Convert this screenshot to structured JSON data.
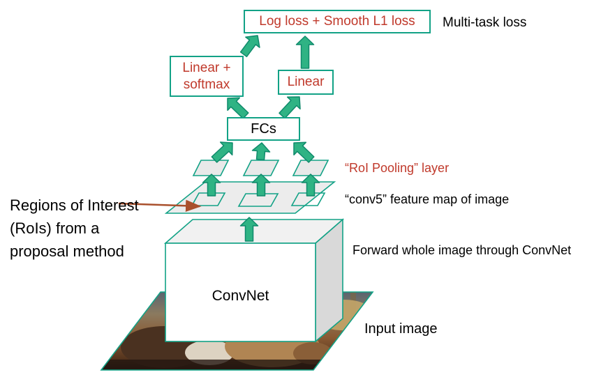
{
  "labels": {
    "log_loss": "Log loss + Smooth L1 loss",
    "multi_task_loss": "Multi-task loss",
    "linear_softmax": "Linear + softmax",
    "linear": "Linear",
    "fcs": "FCs",
    "roi_pooling_layer": "“RoI Pooling” layer",
    "conv5_feature_map": "“conv5” feature map of image",
    "regions_of_interest": "Regions of Interest (RoIs) from a proposal method",
    "forward_convnet": "Forward whole image through ConvNet",
    "convnet": "ConvNet",
    "input_image": "Input image"
  },
  "colors": {
    "box_border_teal": "#12a286",
    "arrow_fill_green": "#2fb384",
    "arrow_outline_green": "#0f8a6b",
    "red_text": "#c0392b",
    "pointer_arrow_rust": "#a9502c"
  }
}
